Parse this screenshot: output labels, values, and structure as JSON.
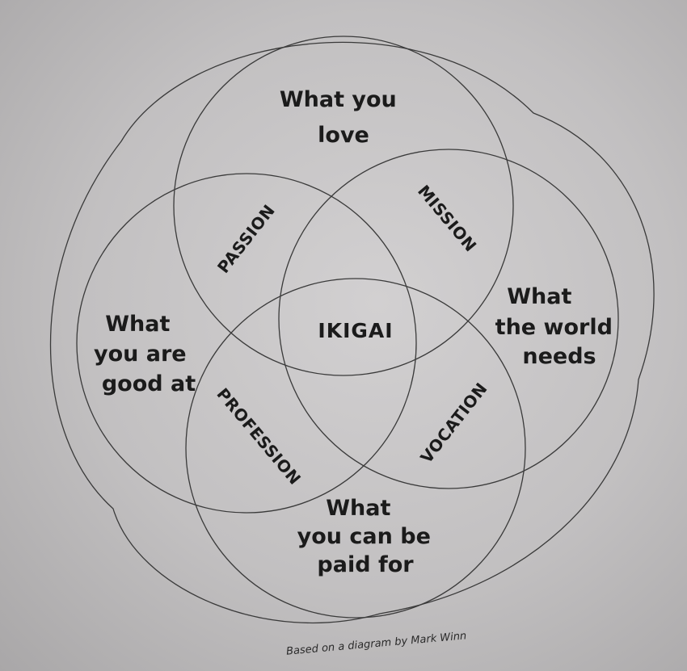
{
  "circles": {
    "top": "What you love",
    "left": "What you are good at",
    "right": "What the world needs",
    "bottom": "What you can be paid for"
  },
  "overlaps": {
    "passion": "PASSION",
    "mission": "MISSION",
    "profession": "PROFESSION",
    "vocation": "VOCATION"
  },
  "center": "IKIGAI",
  "caption": "Based on a diagram by Mark Winn"
}
